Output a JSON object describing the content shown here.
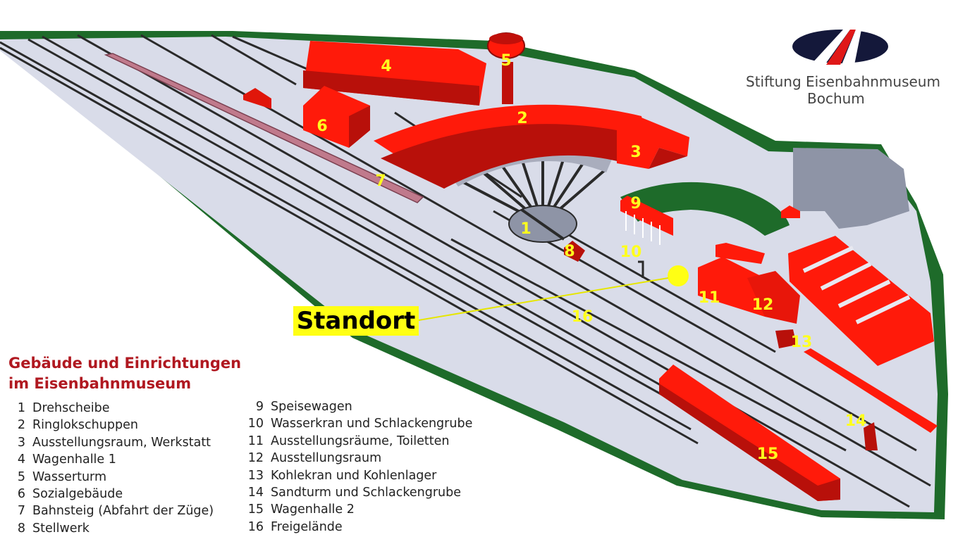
{
  "organization": {
    "line1": "Stiftung Eisenbahnmuseum",
    "line2": "Bochum",
    "logo": "museum-logo-ellipse-with-rails"
  },
  "map": {
    "you_are_here_label": "Standort",
    "building_numbers": [
      "1",
      "2",
      "3",
      "4",
      "5",
      "6",
      "7",
      "8",
      "9",
      "10",
      "11",
      "12",
      "13",
      "14",
      "15",
      "16"
    ],
    "colors": {
      "buildings": "#ff1a0a",
      "buildings_shade": "#b8100a",
      "ground": "#d9dce9",
      "grass": "#1e6b2a",
      "numbers": "#ffff1e",
      "tracks": "#2a2a2a"
    }
  },
  "legend": {
    "title_line1": "Gebäude und Einrichtungen",
    "title_line2": "im Eisenbahnmuseum",
    "items": [
      {
        "num": "1",
        "label": "Drehscheibe"
      },
      {
        "num": "2",
        "label": "Ringlokschuppen"
      },
      {
        "num": "3",
        "label": "Ausstellungsraum, Werkstatt"
      },
      {
        "num": "4",
        "label": "Wagenhalle 1"
      },
      {
        "num": "5",
        "label": "Wasserturm"
      },
      {
        "num": "6",
        "label": "Sozialgebäude"
      },
      {
        "num": "7",
        "label": "Bahnsteig (Abfahrt der Züge)"
      },
      {
        "num": "8",
        "label": "Stellwerk"
      },
      {
        "num": "9",
        "label": "Speisewagen"
      },
      {
        "num": "10",
        "label": "Wasserkran und Schlackengrube"
      },
      {
        "num": "11",
        "label": "Ausstellungsräume, Toiletten"
      },
      {
        "num": "12",
        "label": "Ausstellungsraum"
      },
      {
        "num": "13",
        "label": "Kohlekran und Kohlenlager"
      },
      {
        "num": "14",
        "label": "Sandturm und Schlackengrube"
      },
      {
        "num": "15",
        "label": "Wagenhalle 2"
      },
      {
        "num": "16",
        "label": "Freigelände"
      }
    ]
  }
}
